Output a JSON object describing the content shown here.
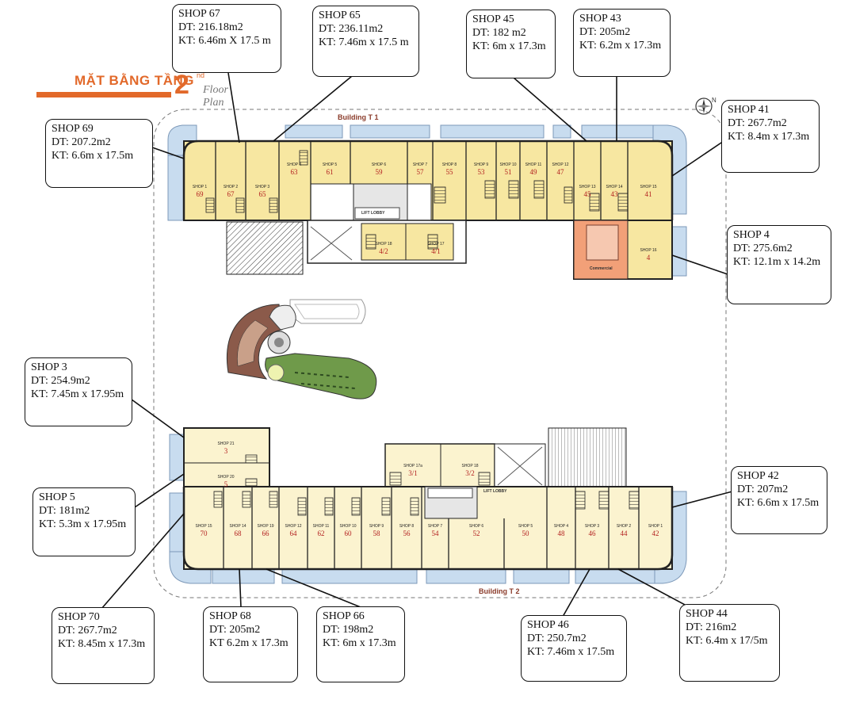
{
  "title": {
    "text": "MẶT BẰNG TẦNG",
    "number": "2",
    "suffix": "nd",
    "script": "Floor Plan"
  },
  "compass": {
    "label": "N"
  },
  "buildings": {
    "top": "Building T 1",
    "bottom": "Building T 2"
  },
  "plan_labels": {
    "lift_lobby": "LIFT LOBBY",
    "commercial": "Commercial",
    "top_shops": [
      {
        "name": "SHOP 1",
        "num": "69"
      },
      {
        "name": "SHOP 2",
        "num": "67"
      },
      {
        "name": "SHOP 3",
        "num": "65"
      },
      {
        "name": "SHOP 4",
        "num": "63"
      },
      {
        "name": "SHOP 5",
        "num": "61"
      },
      {
        "name": "SHOP 6",
        "num": "59"
      },
      {
        "name": "SHOP 7",
        "num": "57"
      },
      {
        "name": "SHOP 8",
        "num": "55"
      },
      {
        "name": "SHOP 9",
        "num": "53"
      },
      {
        "name": "SHOP 10",
        "num": "51"
      },
      {
        "name": "SHOP 11",
        "num": "49"
      },
      {
        "name": "SHOP 12",
        "num": "47"
      },
      {
        "name": "SHOP 13",
        "num": "45"
      },
      {
        "name": "SHOP 14",
        "num": "43"
      },
      {
        "name": "SHOP 15",
        "num": "41"
      },
      {
        "name": "SHOP 16",
        "num": "4"
      },
      {
        "name": "SHOP 18",
        "num": "4/2"
      },
      {
        "name": "SHOP 17",
        "num": "4/1"
      }
    ],
    "bottom_shops": [
      {
        "name": "SHOP 21",
        "num": "3"
      },
      {
        "name": "SHOP 20",
        "num": "5"
      },
      {
        "name": "SHOP 17a",
        "num": "3/1"
      },
      {
        "name": "SHOP 18",
        "num": "3/2"
      },
      {
        "name": "SHOP 15",
        "num": "70"
      },
      {
        "name": "SHOP 14",
        "num": "68"
      },
      {
        "name": "SHOP 19",
        "num": "66"
      },
      {
        "name": "SHOP 12",
        "num": "64"
      },
      {
        "name": "SHOP 11",
        "num": "62"
      },
      {
        "name": "SHOP 10",
        "num": "60"
      },
      {
        "name": "SHOP 9",
        "num": "58"
      },
      {
        "name": "SHOP 8",
        "num": "56"
      },
      {
        "name": "SHOP 7",
        "num": "54"
      },
      {
        "name": "SHOP 6",
        "num": "52"
      },
      {
        "name": "SHOP 5",
        "num": "50"
      },
      {
        "name": "SHOP 4",
        "num": "48"
      },
      {
        "name": "SHOP 3",
        "num": "46"
      },
      {
        "name": "SHOP 2",
        "num": "44"
      },
      {
        "name": "SHOP 1",
        "num": "42"
      }
    ]
  },
  "callouts": [
    {
      "id": "shop-67",
      "name": "SHOP 67",
      "dt": "DT: 216.18m2",
      "kt": "KT: 6.46m X 17.5 m"
    },
    {
      "id": "shop-65",
      "name": "SHOP 65",
      "dt": "DT: 236.11m2",
      "kt": "KT: 7.46m x 17.5 m"
    },
    {
      "id": "shop-45",
      "name": "SHOP 45",
      "dt": "DT: 182 m2",
      "kt": "KT: 6m x 17.3m"
    },
    {
      "id": "shop-43",
      "name": "SHOP 43",
      "dt": "DT: 205m2",
      "kt": "KT: 6.2m x 17.3m"
    },
    {
      "id": "shop-69",
      "name": "SHOP 69",
      "dt": "DT: 207.2m2",
      "kt": "KT: 6.6m x 17.5m"
    },
    {
      "id": "shop-41",
      "name": "SHOP 41",
      "dt": "DT: 267.7m2",
      "kt": "KT: 8.4m x 17.3m"
    },
    {
      "id": "shop-4",
      "name": "SHOP 4",
      "dt": "DT: 275.6m2",
      "kt": "KT: 12.1m x 14.2m"
    },
    {
      "id": "shop-3",
      "name": "SHOP 3",
      "dt": "DT: 254.9m2",
      "kt": "KT: 7.45m x 17.95m"
    },
    {
      "id": "shop-5",
      "name": "SHOP 5",
      "dt": "DT: 181m2",
      "kt": "KT: 5.3m x 17.95m"
    },
    {
      "id": "shop-42",
      "name": "SHOP 42",
      "dt": "DT: 207m2",
      "kt": "KT: 6.6m x 17.5m"
    },
    {
      "id": "shop-70",
      "name": "SHOP 70",
      "dt": "DT: 267.7m2",
      "kt": "KT: 8.45m x 17.3m"
    },
    {
      "id": "shop-68",
      "name": "SHOP 68",
      "dt": "DT: 205m2",
      "kt": "KT 6.2m x 17.3m"
    },
    {
      "id": "shop-66",
      "name": "SHOP 66",
      "dt": "DT: 198m2",
      "kt": "KT: 6m x 17.3m"
    },
    {
      "id": "shop-46",
      "name": "SHOP 46",
      "dt": "DT: 250.7m2",
      "kt": "KT: 7.46m x 17.5m"
    },
    {
      "id": "shop-44",
      "name": "SHOP 44",
      "dt": "DT: 216m2",
      "kt": "KT: 6.4m x 17/5m"
    }
  ],
  "colors": {
    "accent": "#e2692a",
    "shop_fill": "#f7e7a1",
    "shop_fill_bottom": "#fbf3cf",
    "glass": "#c8dcef",
    "wall": "#222222",
    "shop_number": "#b32020",
    "garden": "#6f9a4a"
  }
}
